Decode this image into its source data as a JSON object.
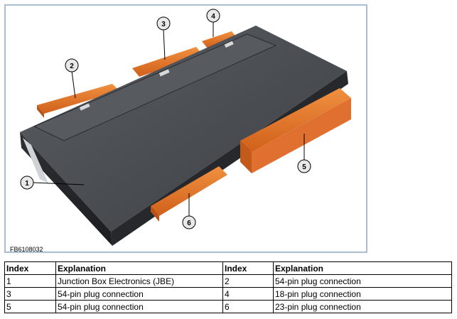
{
  "figure": {
    "id": "FB6108032",
    "callouts": [
      "1",
      "2",
      "3",
      "4",
      "5",
      "6"
    ]
  },
  "table": {
    "headers": [
      "Index",
      "Explanation",
      "Index",
      "Explanation"
    ],
    "rows": [
      [
        "1",
        "Junction Box Electronics (JBE)",
        "2",
        "54-pin plug connection"
      ],
      [
        "3",
        "54-pin plug connection",
        "4",
        "18-pin plug connection"
      ],
      [
        "5",
        "54-pin plug connection",
        "6",
        "23-pin plug connection"
      ]
    ]
  },
  "colors": {
    "frame": "#a9bed2",
    "housing": "#4a4d52",
    "connector": "#e8782a"
  }
}
